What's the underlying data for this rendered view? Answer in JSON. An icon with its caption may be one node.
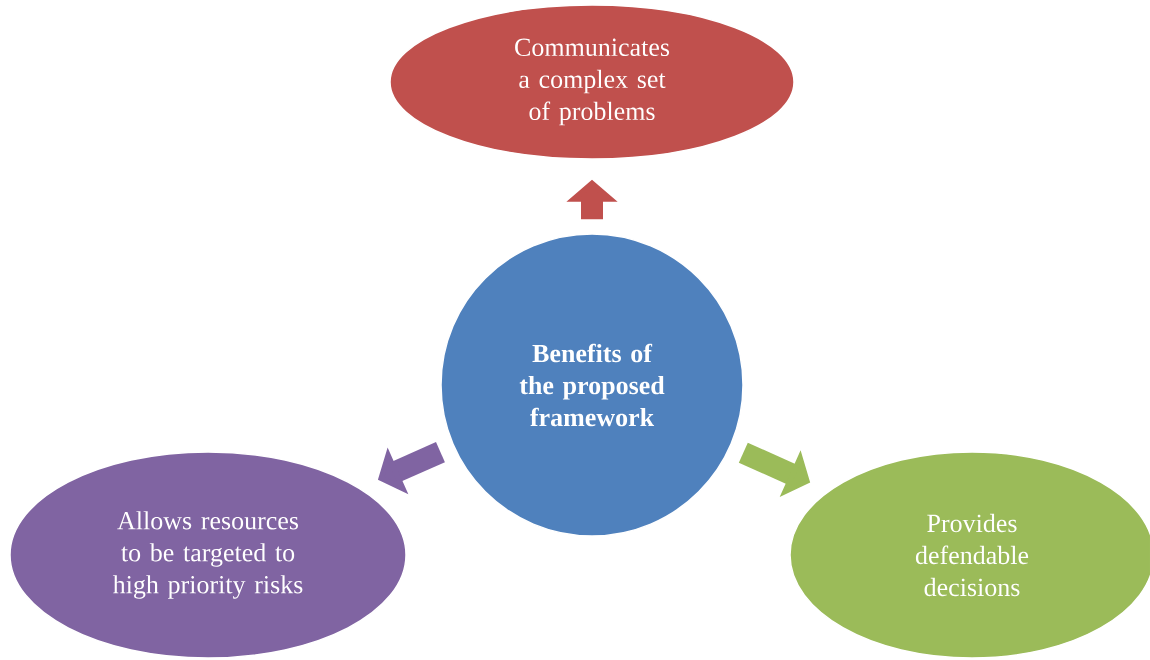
{
  "diagram": {
    "nodes": [
      {
        "text": [
          "Benefits of the proposed framework"
        ]
      },
      {
        "text": [
          "Communicates a complex set of problems"
        ]
      },
      {
        "text": [
          "Allows resources to be targeted to high priority risks"
        ]
      },
      {
        "text": [
          "Provides defendable decisions"
        ]
      }
    ],
    "edges": [
      {
        "from": 0,
        "to": 1,
        "arrow": "to",
        "color": "#c0504d"
      },
      {
        "from": 0,
        "to": 2,
        "arrow": "to",
        "color": "#8064a2"
      },
      {
        "from": 0,
        "to": 3,
        "arrow": "to",
        "color": "#9bbb59"
      }
    ]
  }
}
